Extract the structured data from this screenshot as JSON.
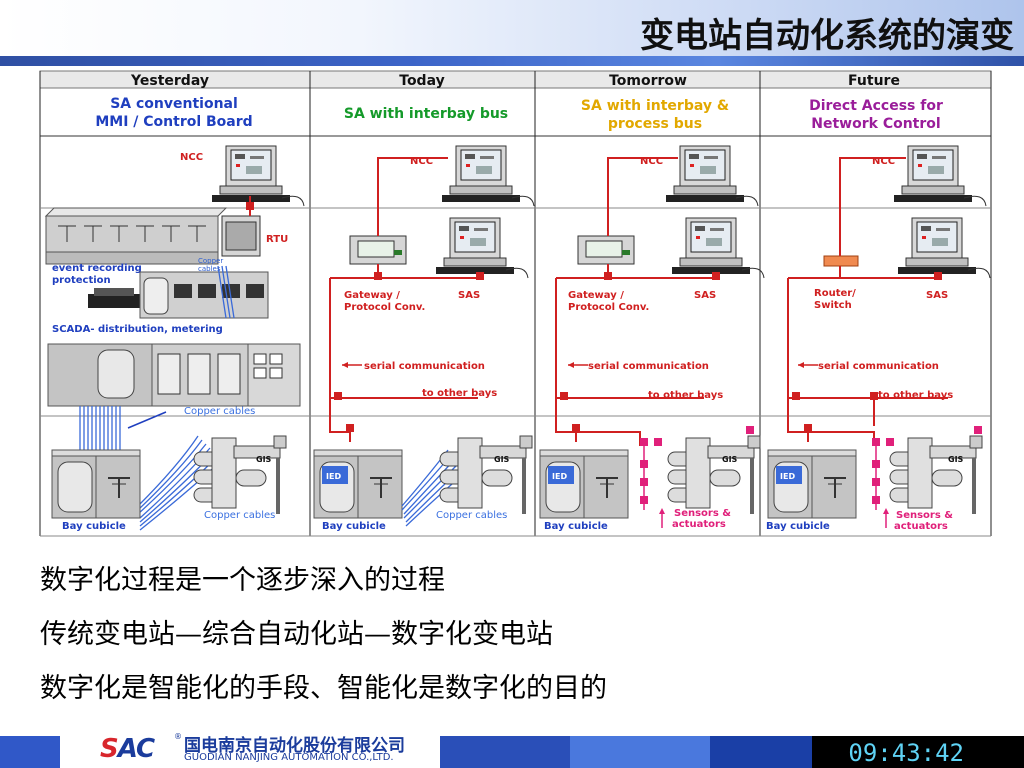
{
  "slide": {
    "title": "变电站自动化系统的演变"
  },
  "diagram": {
    "columns": [
      {
        "era": "Yesterday",
        "heading_line1": "SA conventional",
        "heading_line2": "MMI / Control Board"
      },
      {
        "era": "Today",
        "heading_line1": "SA with interbay bus",
        "heading_line2": ""
      },
      {
        "era": "Tomorrow",
        "heading_line1": "SA with interbay &",
        "heading_line2": "process bus"
      },
      {
        "era": "Future",
        "heading_line1": "Direct Access for",
        "heading_line2": "Network Control"
      }
    ],
    "labels": {
      "ncc": "NCC",
      "rtu": "RTU",
      "copper_small_1": "Copper",
      "copper_small_2": "cables",
      "event_recording": "event recording",
      "protection": "protection",
      "scada": "SCADA- distribution, metering",
      "copper_cables": "Copper cables",
      "gis": "GIS",
      "bay_cubicle": "Bay cubicle",
      "gateway_1": "Gateway /",
      "gateway_2": "Protocol Conv.",
      "sas": "SAS",
      "serial": "serial communication",
      "other_bays": "to other bays",
      "router_1": "Router/",
      "router_2": "Switch",
      "sensors_1": "Sensors &",
      "sensors_2": "actuators",
      "ied": "IED"
    }
  },
  "notes": [
    "数字化过程是一个逐步深入的过程",
    "传统变电站—综合自动化站—数字化变电站",
    "数字化是智能化的手段、智能化是数字化的目的"
  ],
  "footer": {
    "logo_text": "SAC",
    "registered": "®",
    "company_cn": "国电南京自动化股份有限公司",
    "company_en": "GUODIAN NANJING AUTOMATION CO.,LTD.",
    "clock": "09:43:42"
  }
}
